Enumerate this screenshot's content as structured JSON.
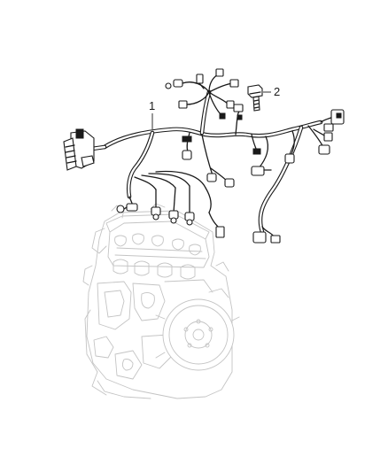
{
  "callouts": [
    {
      "number": "1",
      "part": "wiring-harness"
    },
    {
      "number": "2",
      "part": "bolt"
    }
  ]
}
